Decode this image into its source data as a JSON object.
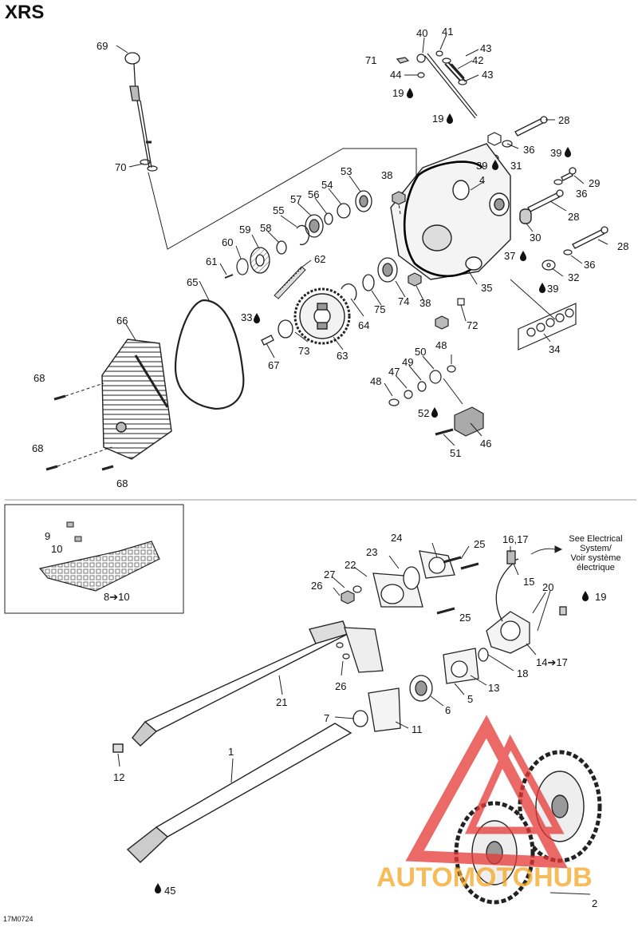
{
  "title": "XRS",
  "drawing_code": "17M0724",
  "electrical_note": [
    "See Electrical",
    "System/",
    "Voir système",
    "électrique"
  ],
  "watermark": "AUTOMOTOHUB",
  "colors": {
    "line": "#222222",
    "watermark_red": "#e53935",
    "watermark_orange": "#f5a623",
    "watermark_dark": "#3a3a3a"
  },
  "labels": [
    {
      "id": "l69",
      "text": "69"
    },
    {
      "id": "l70",
      "text": "70"
    },
    {
      "id": "l71",
      "text": "71"
    },
    {
      "id": "l40",
      "text": "40"
    },
    {
      "id": "l41",
      "text": "41"
    },
    {
      "id": "l43a",
      "text": "43"
    },
    {
      "id": "l42",
      "text": "42"
    },
    {
      "id": "l44",
      "text": "44"
    },
    {
      "id": "l43b",
      "text": "43"
    },
    {
      "id": "l19a",
      "text": "19"
    },
    {
      "id": "l19b",
      "text": "19"
    },
    {
      "id": "l28a",
      "text": "28"
    },
    {
      "id": "l36a",
      "text": "36"
    },
    {
      "id": "l39a",
      "text": "39"
    },
    {
      "id": "l39b",
      "text": "39"
    },
    {
      "id": "l31",
      "text": "31"
    },
    {
      "id": "l4",
      "text": "4"
    },
    {
      "id": "l29",
      "text": "29"
    },
    {
      "id": "l36b",
      "text": "36"
    },
    {
      "id": "l28b",
      "text": "28"
    },
    {
      "id": "l30",
      "text": "30"
    },
    {
      "id": "l28c",
      "text": "28"
    },
    {
      "id": "l37",
      "text": "37"
    },
    {
      "id": "l36c",
      "text": "36"
    },
    {
      "id": "l32",
      "text": "32"
    },
    {
      "id": "l39c",
      "text": "39"
    },
    {
      "id": "l34",
      "text": "34"
    },
    {
      "id": "l53",
      "text": "53"
    },
    {
      "id": "l38a",
      "text": "38"
    },
    {
      "id": "l54",
      "text": "54"
    },
    {
      "id": "l56",
      "text": "56"
    },
    {
      "id": "l57",
      "text": "57"
    },
    {
      "id": "l55",
      "text": "55"
    },
    {
      "id": "l58",
      "text": "58"
    },
    {
      "id": "l59",
      "text": "59"
    },
    {
      "id": "l60",
      "text": "60"
    },
    {
      "id": "l61",
      "text": "61"
    },
    {
      "id": "l62",
      "text": "62"
    },
    {
      "id": "l65",
      "text": "65"
    },
    {
      "id": "l35",
      "text": "35"
    },
    {
      "id": "l38b",
      "text": "38"
    },
    {
      "id": "l74",
      "text": "74"
    },
    {
      "id": "l75",
      "text": "75"
    },
    {
      "id": "l72",
      "text": "72"
    },
    {
      "id": "l64",
      "text": "64"
    },
    {
      "id": "l66",
      "text": "66"
    },
    {
      "id": "l33",
      "text": "33"
    },
    {
      "id": "l73",
      "text": "73"
    },
    {
      "id": "l63",
      "text": "63"
    },
    {
      "id": "l67",
      "text": "67"
    },
    {
      "id": "l68a",
      "text": "68"
    },
    {
      "id": "l68b",
      "text": "68"
    },
    {
      "id": "l68c",
      "text": "68"
    },
    {
      "id": "l48a",
      "text": "48"
    },
    {
      "id": "l50",
      "text": "50"
    },
    {
      "id": "l49",
      "text": "49"
    },
    {
      "id": "l47",
      "text": "47"
    },
    {
      "id": "l48b",
      "text": "48"
    },
    {
      "id": "l52",
      "text": "52"
    },
    {
      "id": "l46",
      "text": "46"
    },
    {
      "id": "l51",
      "text": "51"
    },
    {
      "id": "l9",
      "text": "9"
    },
    {
      "id": "l10",
      "text": "10"
    },
    {
      "id": "l810",
      "text": "8➔10"
    },
    {
      "id": "l24",
      "text": "24"
    },
    {
      "id": "l25a",
      "text": "25"
    },
    {
      "id": "l1617",
      "text": "16,17"
    },
    {
      "id": "l22",
      "text": "22"
    },
    {
      "id": "l23",
      "text": "23"
    },
    {
      "id": "l15",
      "text": "15"
    },
    {
      "id": "l27",
      "text": "27"
    },
    {
      "id": "l26a",
      "text": "26"
    },
    {
      "id": "l20",
      "text": "20"
    },
    {
      "id": "l19c",
      "text": "19"
    },
    {
      "id": "l25b",
      "text": "25"
    },
    {
      "id": "l1417",
      "text": "14➔17"
    },
    {
      "id": "l18",
      "text": "18"
    },
    {
      "id": "l13",
      "text": "13"
    },
    {
      "id": "l26b",
      "text": "26"
    },
    {
      "id": "l21",
      "text": "21"
    },
    {
      "id": "l5",
      "text": "5"
    },
    {
      "id": "l6",
      "text": "6"
    },
    {
      "id": "l7",
      "text": "7"
    },
    {
      "id": "l11",
      "text": "11"
    },
    {
      "id": "l1",
      "text": "1"
    },
    {
      "id": "l12",
      "text": "12"
    },
    {
      "id": "l45",
      "text": "45"
    },
    {
      "id": "l2",
      "text": "2"
    }
  ]
}
